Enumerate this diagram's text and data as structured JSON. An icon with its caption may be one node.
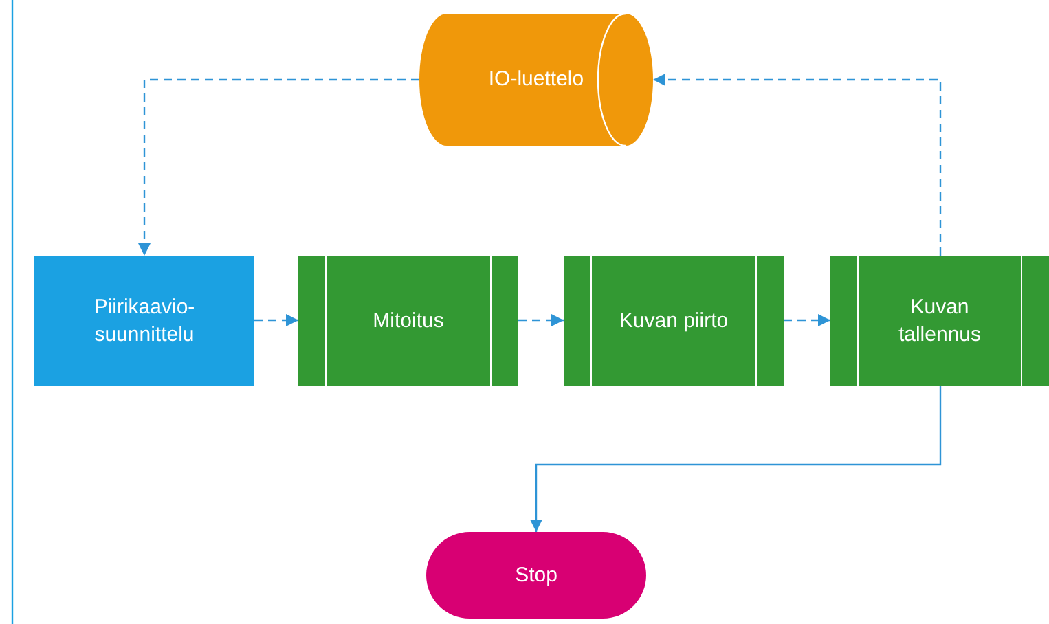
{
  "diagram": {
    "nodes": [
      {
        "text": [
          "IO-luettelo"
        ]
      },
      {
        "text": [
          "Piirikaavio-suunnittelu"
        ]
      },
      {
        "text": [
          "Mitoitus"
        ]
      },
      {
        "text": [
          "Kuvan piirto"
        ]
      },
      {
        "text": [
          "Kuvan tallennus"
        ]
      },
      {
        "text": [
          "Stop"
        ]
      }
    ],
    "edges": [
      {
        "from": 0,
        "to": 1,
        "arrow": "to",
        "style": "dashed"
      },
      {
        "from": 1,
        "to": 2,
        "arrow": "to",
        "style": "dashed"
      },
      {
        "from": 2,
        "to": 3,
        "arrow": "to",
        "style": "dashed"
      },
      {
        "from": 3,
        "to": 4,
        "arrow": "to",
        "style": "dashed"
      },
      {
        "from": 4,
        "to": 0,
        "arrow": "to",
        "style": "dashed"
      },
      {
        "from": 4,
        "to": 5,
        "arrow": "to"
      }
    ]
  }
}
